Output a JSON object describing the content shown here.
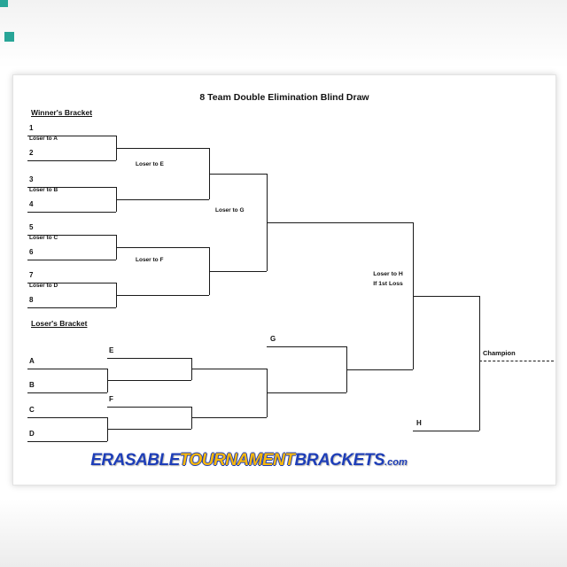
{
  "title": "8 Team Double Elimination Blind Draw",
  "winners": {
    "label": "Winner's Bracket",
    "seeds": [
      "1",
      "2",
      "3",
      "4",
      "5",
      "6",
      "7",
      "8"
    ],
    "notes": {
      "a": "Loser to A",
      "b": "Loser to B",
      "c": "Loser to C",
      "d": "Loser to D",
      "e": "Loser to E",
      "f": "Loser to F",
      "g": "Loser to G",
      "h1": "Loser to H",
      "h2": "If 1st Loss"
    }
  },
  "losers": {
    "label": "Loser's Bracket",
    "slots": [
      "A",
      "B",
      "C",
      "D"
    ],
    "e": "E",
    "f": "F",
    "g": "G",
    "h": "H"
  },
  "champion_label": "Champion",
  "logo": {
    "erasable": "ERASABLE",
    "tournament": "TOURNAMENT",
    "brackets": "BRACKETS",
    "com": ".com"
  },
  "colors": {
    "line": "#1a1a1a",
    "logo_blue": "#1e3eb8",
    "logo_gold": "#f6b70e",
    "scan_artifact_teal": "#28a597"
  }
}
